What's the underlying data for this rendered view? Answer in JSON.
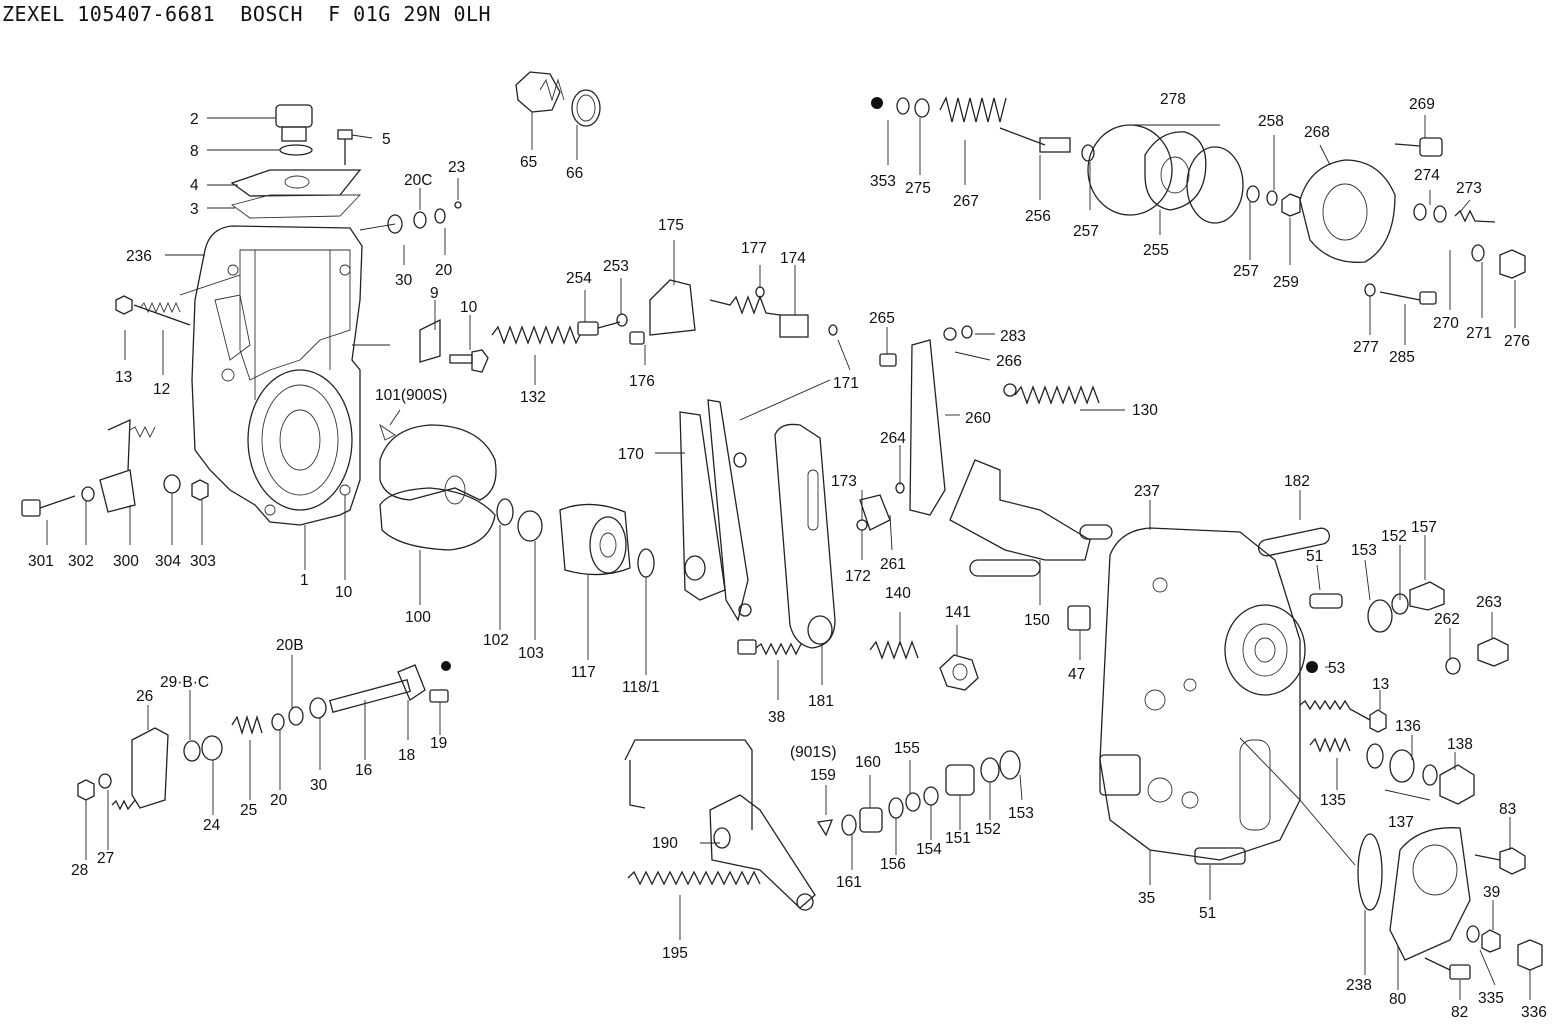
{
  "header": {
    "title": "ZEXEL 105407-6681  BOSCH  F 01G 29N 0LH"
  },
  "callouts": [
    {
      "id": "c2",
      "text": "2"
    },
    {
      "id": "c8",
      "text": "8"
    },
    {
      "id": "c4",
      "text": "4"
    },
    {
      "id": "c3",
      "text": "3"
    },
    {
      "id": "c5",
      "text": "5"
    },
    {
      "id": "c236",
      "text": "236"
    },
    {
      "id": "c20C",
      "text": "20C"
    },
    {
      "id": "c23",
      "text": "23"
    },
    {
      "id": "c30a",
      "text": "30"
    },
    {
      "id": "c20a",
      "text": "20"
    },
    {
      "id": "c9",
      "text": "9"
    },
    {
      "id": "c10a",
      "text": "10"
    },
    {
      "id": "c13a",
      "text": "13"
    },
    {
      "id": "c12",
      "text": "12"
    },
    {
      "id": "c101",
      "text": "101(900S)"
    },
    {
      "id": "c301",
      "text": "301"
    },
    {
      "id": "c302",
      "text": "302"
    },
    {
      "id": "c300",
      "text": "300"
    },
    {
      "id": "c304",
      "text": "304"
    },
    {
      "id": "c303",
      "text": "303"
    },
    {
      "id": "c1",
      "text": "1"
    },
    {
      "id": "c10b",
      "text": "10"
    },
    {
      "id": "c100",
      "text": "100"
    },
    {
      "id": "c102",
      "text": "102"
    },
    {
      "id": "c103",
      "text": "103"
    },
    {
      "id": "c117",
      "text": "117"
    },
    {
      "id": "c118",
      "text": "118/1"
    },
    {
      "id": "c65",
      "text": "65"
    },
    {
      "id": "c66",
      "text": "66"
    },
    {
      "id": "c132",
      "text": "132"
    },
    {
      "id": "c254",
      "text": "254"
    },
    {
      "id": "c253",
      "text": "253"
    },
    {
      "id": "c175",
      "text": "175"
    },
    {
      "id": "c177",
      "text": "177"
    },
    {
      "id": "c174",
      "text": "174"
    },
    {
      "id": "c176",
      "text": "176"
    },
    {
      "id": "c171",
      "text": "171"
    },
    {
      "id": "c170",
      "text": "170"
    },
    {
      "id": "c173",
      "text": "173"
    },
    {
      "id": "c172",
      "text": "172"
    },
    {
      "id": "c261",
      "text": "261"
    },
    {
      "id": "c264",
      "text": "264"
    },
    {
      "id": "c265",
      "text": "265"
    },
    {
      "id": "c283",
      "text": "283"
    },
    {
      "id": "c266",
      "text": "266"
    },
    {
      "id": "c260",
      "text": "260"
    },
    {
      "id": "c130",
      "text": "130"
    },
    {
      "id": "c150",
      "text": "150"
    },
    {
      "id": "c140",
      "text": "140"
    },
    {
      "id": "c141",
      "text": "141"
    },
    {
      "id": "c181",
      "text": "181"
    },
    {
      "id": "c38",
      "text": "38"
    },
    {
      "id": "c353",
      "text": "353"
    },
    {
      "id": "c275",
      "text": "275"
    },
    {
      "id": "c267",
      "text": "267"
    },
    {
      "id": "c256",
      "text": "256"
    },
    {
      "id": "c257a",
      "text": "257"
    },
    {
      "id": "c278",
      "text": "278"
    },
    {
      "id": "c255",
      "text": "255"
    },
    {
      "id": "c257b",
      "text": "257"
    },
    {
      "id": "c258",
      "text": "258"
    },
    {
      "id": "c259",
      "text": "259"
    },
    {
      "id": "c268",
      "text": "268"
    },
    {
      "id": "c269",
      "text": "269"
    },
    {
      "id": "c274",
      "text": "274"
    },
    {
      "id": "c273",
      "text": "273"
    },
    {
      "id": "c270",
      "text": "270"
    },
    {
      "id": "c271",
      "text": "271"
    },
    {
      "id": "c276",
      "text": "276"
    },
    {
      "id": "c277",
      "text": "277"
    },
    {
      "id": "c285",
      "text": "285"
    },
    {
      "id": "c237",
      "text": "237"
    },
    {
      "id": "c182",
      "text": "182"
    },
    {
      "id": "c51a",
      "text": "51"
    },
    {
      "id": "c153a",
      "text": "153"
    },
    {
      "id": "c152a",
      "text": "152"
    },
    {
      "id": "c157",
      "text": "157"
    },
    {
      "id": "c263",
      "text": "263"
    },
    {
      "id": "c262",
      "text": "262"
    },
    {
      "id": "c47",
      "text": "47"
    },
    {
      "id": "c53",
      "text": "53"
    },
    {
      "id": "c13b",
      "text": "13"
    },
    {
      "id": "c136",
      "text": "136"
    },
    {
      "id": "c138",
      "text": "138"
    },
    {
      "id": "c135",
      "text": "135"
    },
    {
      "id": "c137",
      "text": "137"
    },
    {
      "id": "c83",
      "text": "83"
    },
    {
      "id": "c39",
      "text": "39"
    },
    {
      "id": "c238",
      "text": "238"
    },
    {
      "id": "c80",
      "text": "80"
    },
    {
      "id": "c82",
      "text": "82"
    },
    {
      "id": "c335",
      "text": "335"
    },
    {
      "id": "c336",
      "text": "336"
    },
    {
      "id": "c35",
      "text": "35"
    },
    {
      "id": "c51b",
      "text": "51"
    },
    {
      "id": "c20B",
      "text": "20B"
    },
    {
      "id": "c29BC",
      "text": "29·B·C"
    },
    {
      "id": "c26",
      "text": "26"
    },
    {
      "id": "c24",
      "text": "24"
    },
    {
      "id": "c25",
      "text": "25"
    },
    {
      "id": "c20b",
      "text": "20"
    },
    {
      "id": "c30b",
      "text": "30"
    },
    {
      "id": "c16",
      "text": "16"
    },
    {
      "id": "c18",
      "text": "18"
    },
    {
      "id": "c19",
      "text": "19"
    },
    {
      "id": "c28",
      "text": "28"
    },
    {
      "id": "c27",
      "text": "27"
    },
    {
      "id": "c901",
      "text": "(901S)"
    },
    {
      "id": "c159",
      "text": "159"
    },
    {
      "id": "c160",
      "text": "160"
    },
    {
      "id": "c155",
      "text": "155"
    },
    {
      "id": "c190",
      "text": "190"
    },
    {
      "id": "c161",
      "text": "161"
    },
    {
      "id": "c156",
      "text": "156"
    },
    {
      "id": "c154",
      "text": "154"
    },
    {
      "id": "c151",
      "text": "151"
    },
    {
      "id": "c152b",
      "text": "152"
    },
    {
      "id": "c153b",
      "text": "153"
    },
    {
      "id": "c195",
      "text": "195"
    }
  ]
}
